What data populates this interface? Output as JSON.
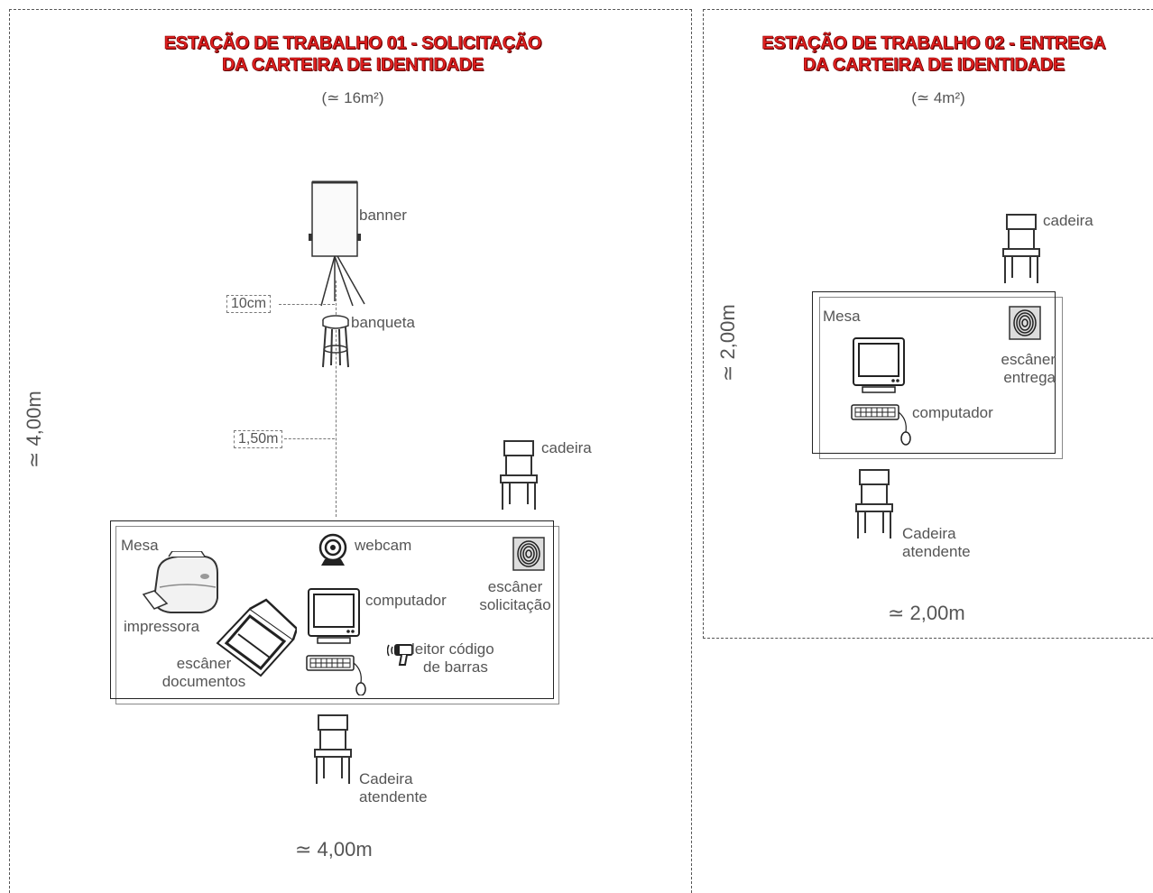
{
  "station1": {
    "title_line1": "ESTAÇÃO DE TRABALHO 01 -  SOLICITAÇÃO",
    "title_line2": "DA CARTEIRA DE IDENTIDADE",
    "area": "(≃ 16m²)",
    "width_dim": "≃ 4,00m",
    "height_dim": "≃ 4,00m",
    "dist_banner": "10cm",
    "dist_banqueta": "1,50m",
    "labels": {
      "banner": "banner",
      "banqueta": "banqueta",
      "cadeira": "cadeira",
      "mesa": "Mesa",
      "webcam": "webcam",
      "scanner_solic_1": "escâner",
      "scanner_solic_2": "solicitação",
      "impressora": "impressora",
      "computador": "computador",
      "scanner_doc_1": "escâner",
      "scanner_doc_2": "documentos",
      "barcode_1": "leitor código",
      "barcode_2": "de barras",
      "atendente_1": "Cadeira",
      "atendente_2": "atendente"
    }
  },
  "station2": {
    "title_line1": "ESTAÇÃO DE TRABALHO 02 - ENTREGA",
    "title_line2": "DA CARTEIRA DE IDENTIDADE",
    "area": "(≃ 4m²)",
    "width_dim": "≃ 2,00m",
    "height_dim": "≃ 2,00m",
    "labels": {
      "cadeira": "cadeira",
      "mesa": "Mesa",
      "scanner_1": "escâner",
      "scanner_2": "entrega",
      "computador": "computador",
      "atendente_1": "Cadeira",
      "atendente_2": "atendente"
    }
  },
  "icons": [
    "flipchart-icon",
    "stool-icon",
    "chair-icon",
    "webcam-icon",
    "fingerprint-icon",
    "printer-icon",
    "flatbed-scanner-icon",
    "computer-icon",
    "barcode-reader-icon"
  ],
  "colors": {
    "title": "#e02020",
    "border": "#555555",
    "text": "#555555"
  }
}
